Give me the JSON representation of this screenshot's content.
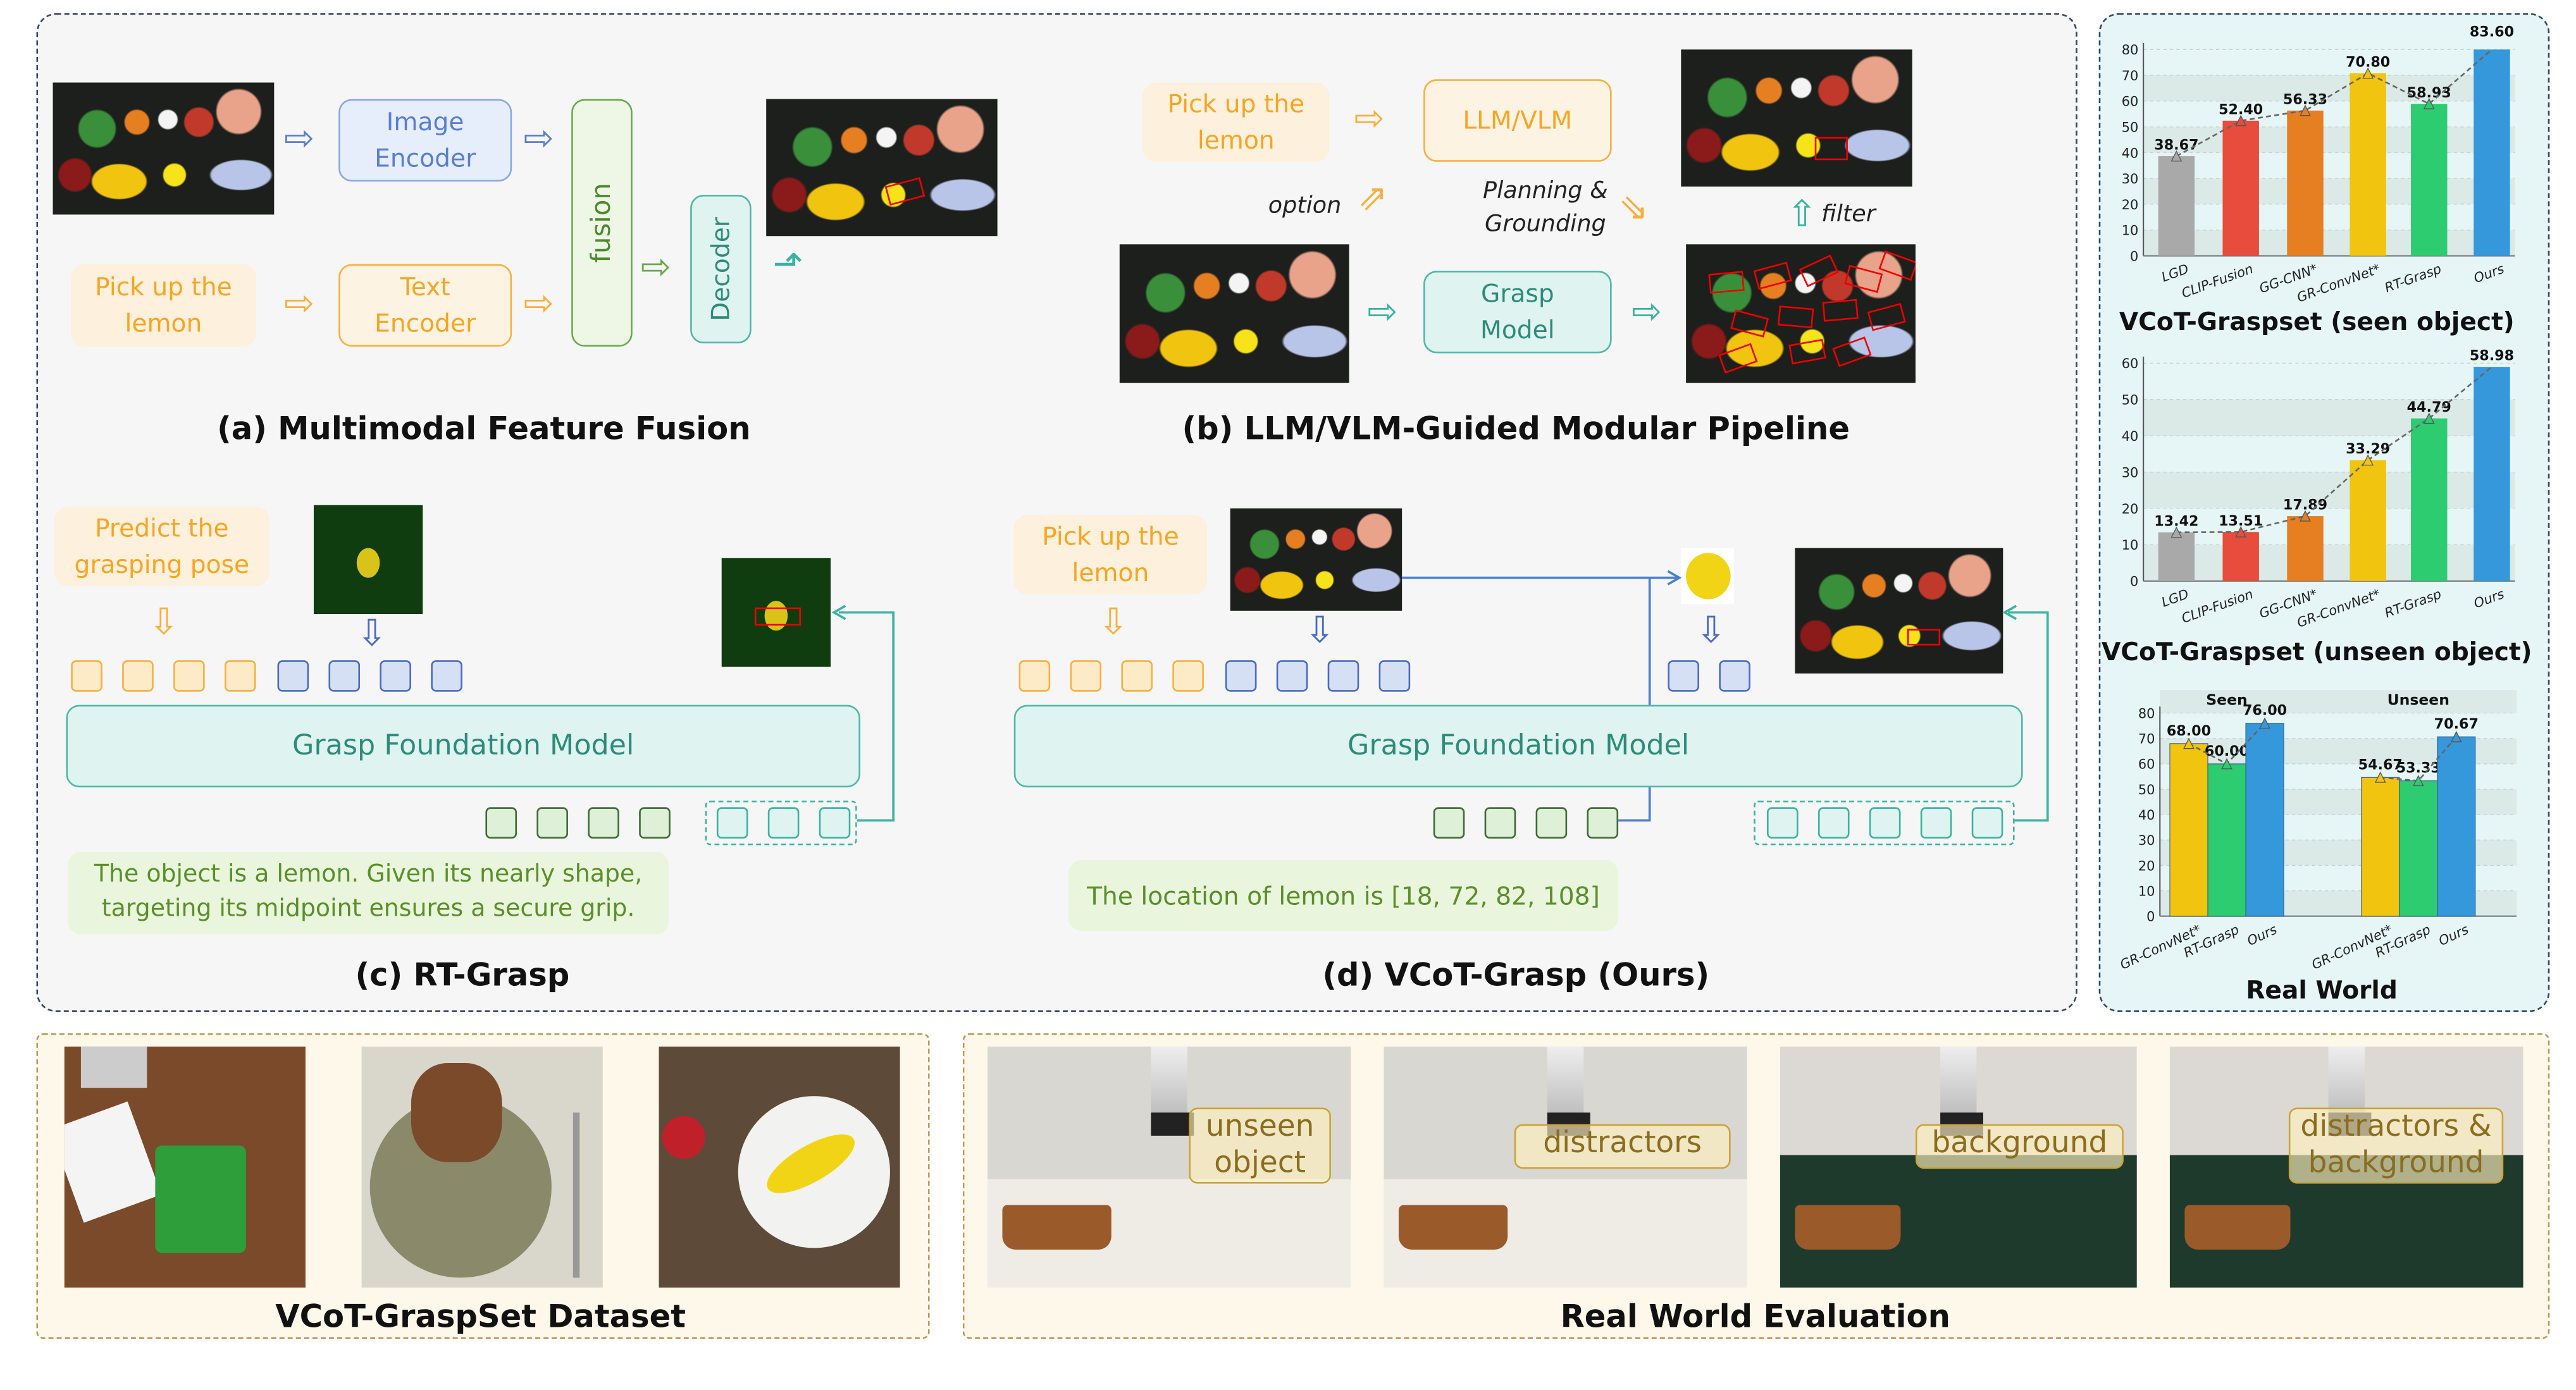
{
  "panel_a": {
    "input_text": "Pick up the\nlemon",
    "image_encoder": "Image\nEncoder",
    "text_encoder": "Text\nEncoder",
    "fusion": "fusion",
    "decoder": "Decoder",
    "caption": "(a) Multimodal Feature Fusion"
  },
  "panel_b": {
    "input_text": "Pick up the\nlemon",
    "llm": "LLM/VLM",
    "option": "option",
    "planning": "Planning &\nGrounding",
    "filter": "filter",
    "grasp_model": "Grasp\nModel",
    "caption": "(b) LLM/VLM-Guided Modular Pipeline"
  },
  "panel_c": {
    "input_text": "Predict the\ngrasping pose",
    "model": "Grasp Foundation Model",
    "output_text": "The object is a lemon. Given its nearly shape,\ntargeting its midpoint ensures a secure grip.",
    "caption": "(c) RT-Grasp"
  },
  "panel_d": {
    "input_text": "Pick up the\nlemon",
    "model": "Grasp Foundation Model",
    "output_text": "The location of lemon is [18, 72, 82, 108]",
    "caption": "(d) VCoT-Grasp (Ours)"
  },
  "dataset": {
    "caption": "VCoT-GraspSet Dataset"
  },
  "real_world": {
    "caption": "Real World Evaluation",
    "labels": [
      "unseen\nobject",
      "distractors",
      "background",
      "distractors &\nbackground"
    ]
  },
  "colors": {
    "LGD": "#a9a9a9",
    "CLIP-Fusion": "#e74c3c",
    "GG-CNN*": "#e67e22",
    "GR-ConvNet*": "#f1c40f",
    "RT-Grasp": "#2ecc71",
    "Ours": "#3498db"
  },
  "chart_data": [
    {
      "type": "bar",
      "title": "VCoT-Graspset (seen object)",
      "categories": [
        "LGD",
        "CLIP-Fusion",
        "GG-CNN*",
        "GR-ConvNet*",
        "RT-Grasp",
        "Ours"
      ],
      "values": [
        38.67,
        52.4,
        56.33,
        70.8,
        58.93,
        83.6
      ],
      "labels": [
        "38.67",
        "52.40",
        "56.33",
        "70.80",
        "58.93",
        "83.60"
      ],
      "ylim": [
        0,
        80
      ],
      "yticks": [
        0,
        10,
        20,
        30,
        40,
        50,
        60,
        70,
        80
      ],
      "grid": true
    },
    {
      "type": "bar",
      "title": "VCoT-Graspset (unseen object)",
      "categories": [
        "LGD",
        "CLIP-Fusion",
        "GG-CNN*",
        "GR-ConvNet*",
        "RT-Grasp",
        "Ours"
      ],
      "values": [
        13.42,
        13.51,
        17.89,
        33.29,
        44.79,
        58.98
      ],
      "labels": [
        "13.42",
        "13.51",
        "17.89",
        "33.29",
        "44.79",
        "58.98"
      ],
      "ylim": [
        0,
        60
      ],
      "yticks": [
        0,
        10,
        20,
        30,
        40,
        50,
        60
      ],
      "grid": true
    },
    {
      "type": "bar",
      "title": "Real World",
      "groups": [
        "Seen",
        "Unseen"
      ],
      "categories": [
        "GR-ConvNet*",
        "RT-Grasp",
        "Ours"
      ],
      "series": [
        {
          "group": "Seen",
          "values": [
            68.0,
            60.0,
            76.0
          ],
          "labels": [
            "68.00",
            "60.00",
            "76.00"
          ]
        },
        {
          "group": "Unseen",
          "values": [
            54.67,
            53.33,
            70.67
          ],
          "labels": [
            "54.67",
            "53.33",
            "70.67"
          ]
        }
      ],
      "ylim": [
        0,
        80
      ],
      "yticks": [
        0,
        10,
        20,
        30,
        40,
        50,
        60,
        70,
        80
      ],
      "grid": true
    }
  ]
}
